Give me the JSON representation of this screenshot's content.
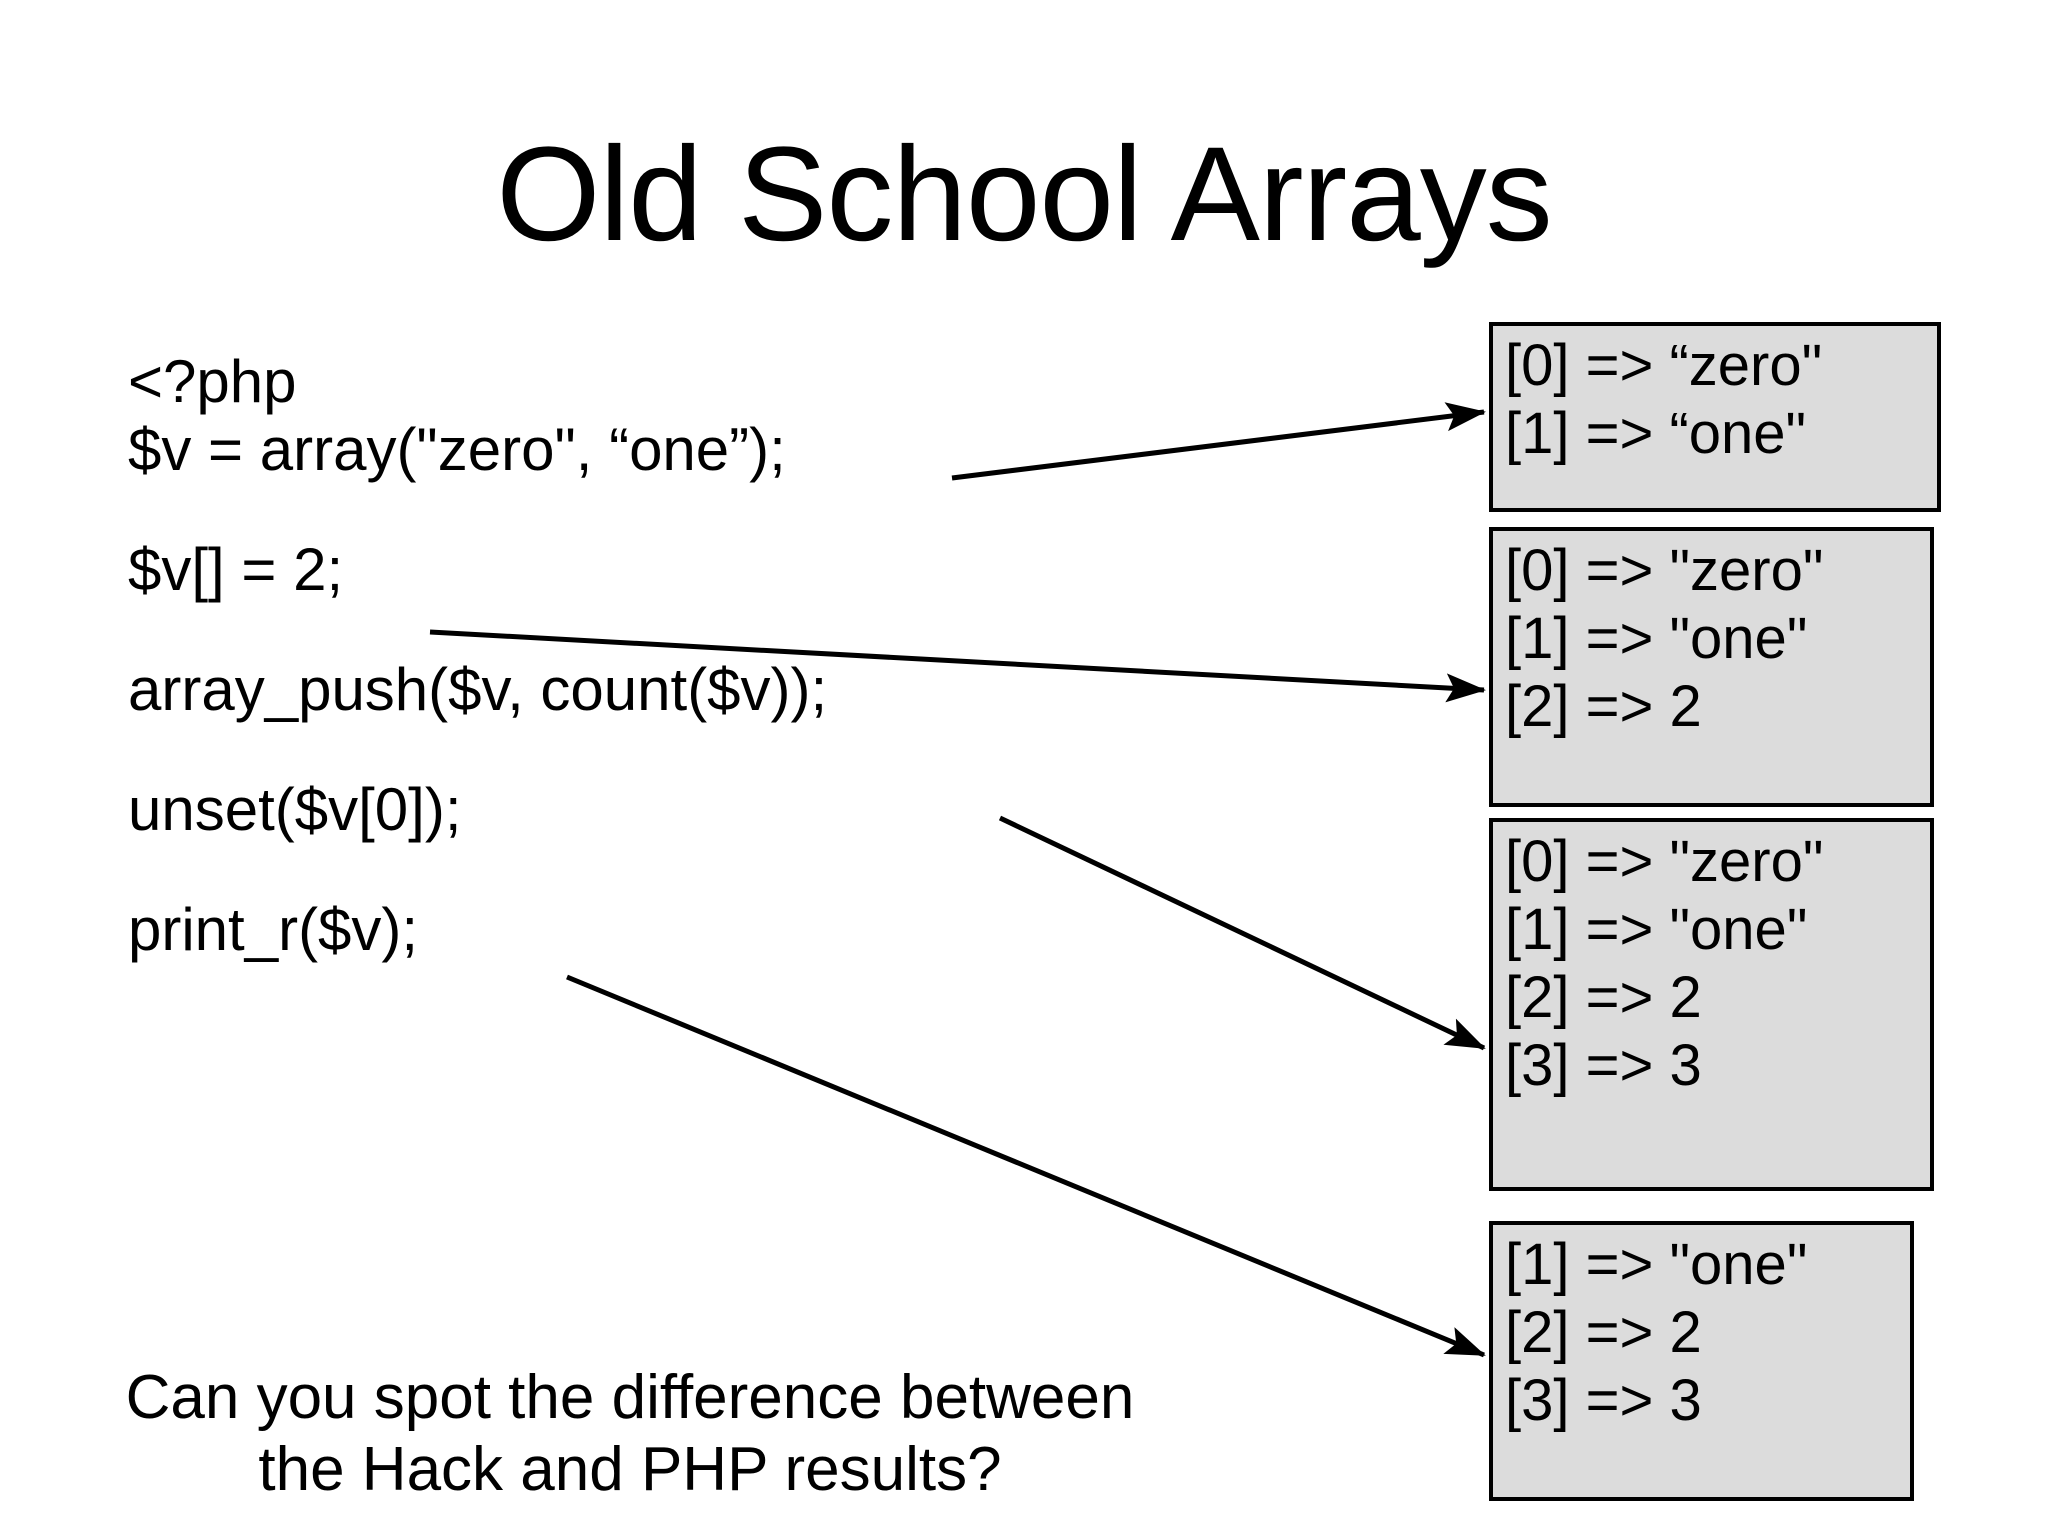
{
  "slide": {
    "title": "Old School Arrays",
    "background_color": "#ffffff",
    "text_color": "#000000"
  },
  "code": {
    "lines": [
      "<?php",
      "$v = array(\"zero\", “one”);",
      "$v[] = 2;",
      "array_push($v, count($v));",
      "unset($v[0]);",
      "print_r($v);"
    ]
  },
  "caption": {
    "line1": "Can you spot the difference between",
    "line2": "the Hack and PHP results?"
  },
  "results": {
    "box_fill_color": "#dcdcdc",
    "box_border_color": "#000000",
    "boxes": [
      {
        "name": "result-after-array-literal",
        "lines": [
          "[0] => “zero\"",
          "[1] => “one\""
        ]
      },
      {
        "name": "result-after-append",
        "lines": [
          "[0] => \"zero\"",
          "[1] => \"one\"",
          "[2] => 2"
        ]
      },
      {
        "name": "result-after-array-push",
        "lines": [
          "[0] => \"zero\"",
          "[1] => \"one\"",
          "[2] => 2",
          "[3] => 3"
        ]
      },
      {
        "name": "result-after-unset",
        "lines": [
          "[1] => \"one\"",
          "[2] => 2",
          "[3] => 3"
        ]
      }
    ]
  },
  "arrows": [
    {
      "name": "arrow-array-literal-to-box-0",
      "from_line": "$v = array(\"zero\", “one”);",
      "to_box": "result-after-array-literal"
    },
    {
      "name": "arrow-append-to-box-1",
      "from_line": "$v[] = 2;",
      "to_box": "result-after-append"
    },
    {
      "name": "arrow-array-push-to-box-2",
      "from_line": "array_push($v, count($v));",
      "to_box": "result-after-array-push"
    },
    {
      "name": "arrow-unset-to-box-3",
      "from_line": "unset($v[0]);",
      "to_box": "result-after-unset"
    }
  ]
}
